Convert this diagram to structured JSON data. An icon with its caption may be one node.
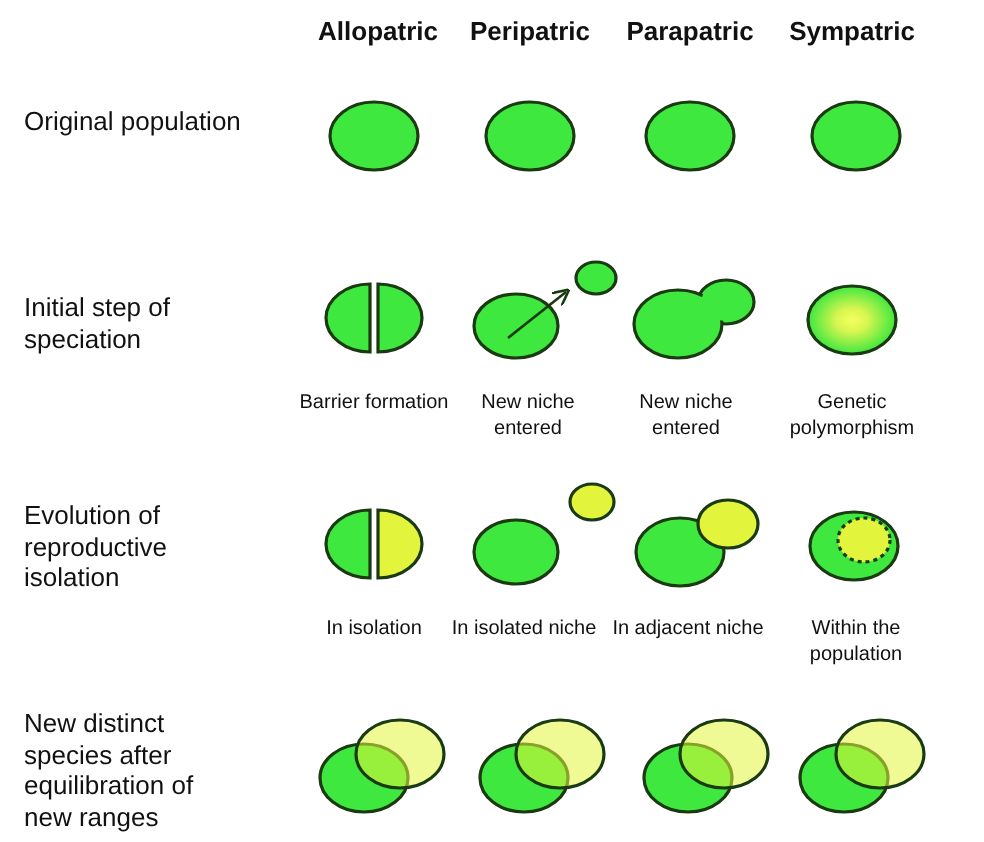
{
  "diagram": {
    "labels": [
      "Allopatric",
      "Peripatric",
      "Parapatric",
      "Sympatric",
      "Original population",
      "Initial step of speciation",
      "Barrier formation",
      "New niche entered",
      "New niche entered",
      "Genetic polymorphism",
      "Evolution of reproductive isolation",
      "In isolation",
      "In isolated niche",
      "In adjacent niche",
      "Within the population",
      "New distinct species after equilibration of new ranges"
    ]
  }
}
